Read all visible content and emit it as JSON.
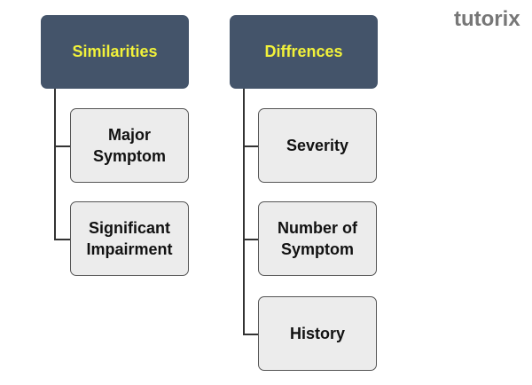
{
  "logo": "tutorix",
  "columns": [
    {
      "title": "Similarities",
      "items": [
        "Major Symptom",
        "Significant Impairment"
      ]
    },
    {
      "title": "Diffrences",
      "items": [
        "Severity",
        "Number of Symptom",
        "History"
      ]
    }
  ],
  "colors": {
    "header_bg": "#44546a",
    "header_text": "#f2f23a",
    "item_bg": "#ececec"
  }
}
